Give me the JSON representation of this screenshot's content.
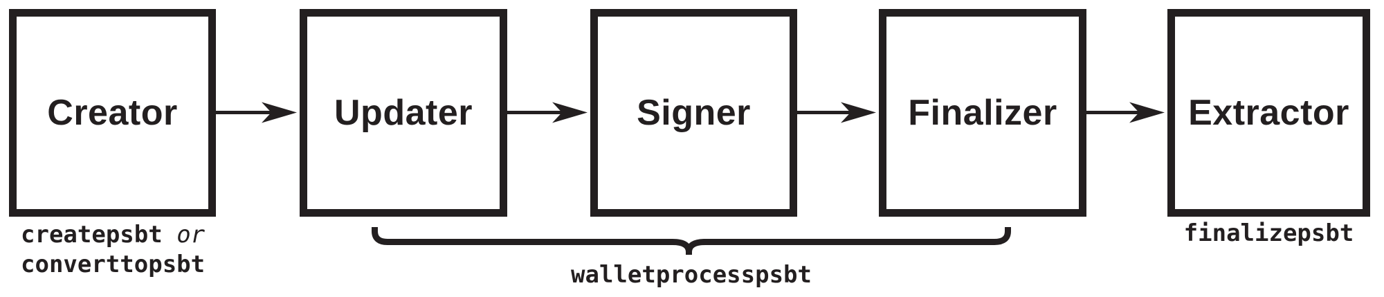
{
  "diagram": {
    "boxes": [
      {
        "label": "Creator"
      },
      {
        "label": "Updater"
      },
      {
        "label": "Signer"
      },
      {
        "label": "Finalizer"
      },
      {
        "label": "Extractor"
      }
    ],
    "creator_commands": {
      "line1_command": "createpsbt",
      "conjunction": "or",
      "line2_command": "converttopsbt"
    },
    "brace_command": "walletprocesspsbt",
    "extractor_command": "finalizepsbt",
    "colors": {
      "ink": "#231f20",
      "background": "#ffffff"
    }
  }
}
